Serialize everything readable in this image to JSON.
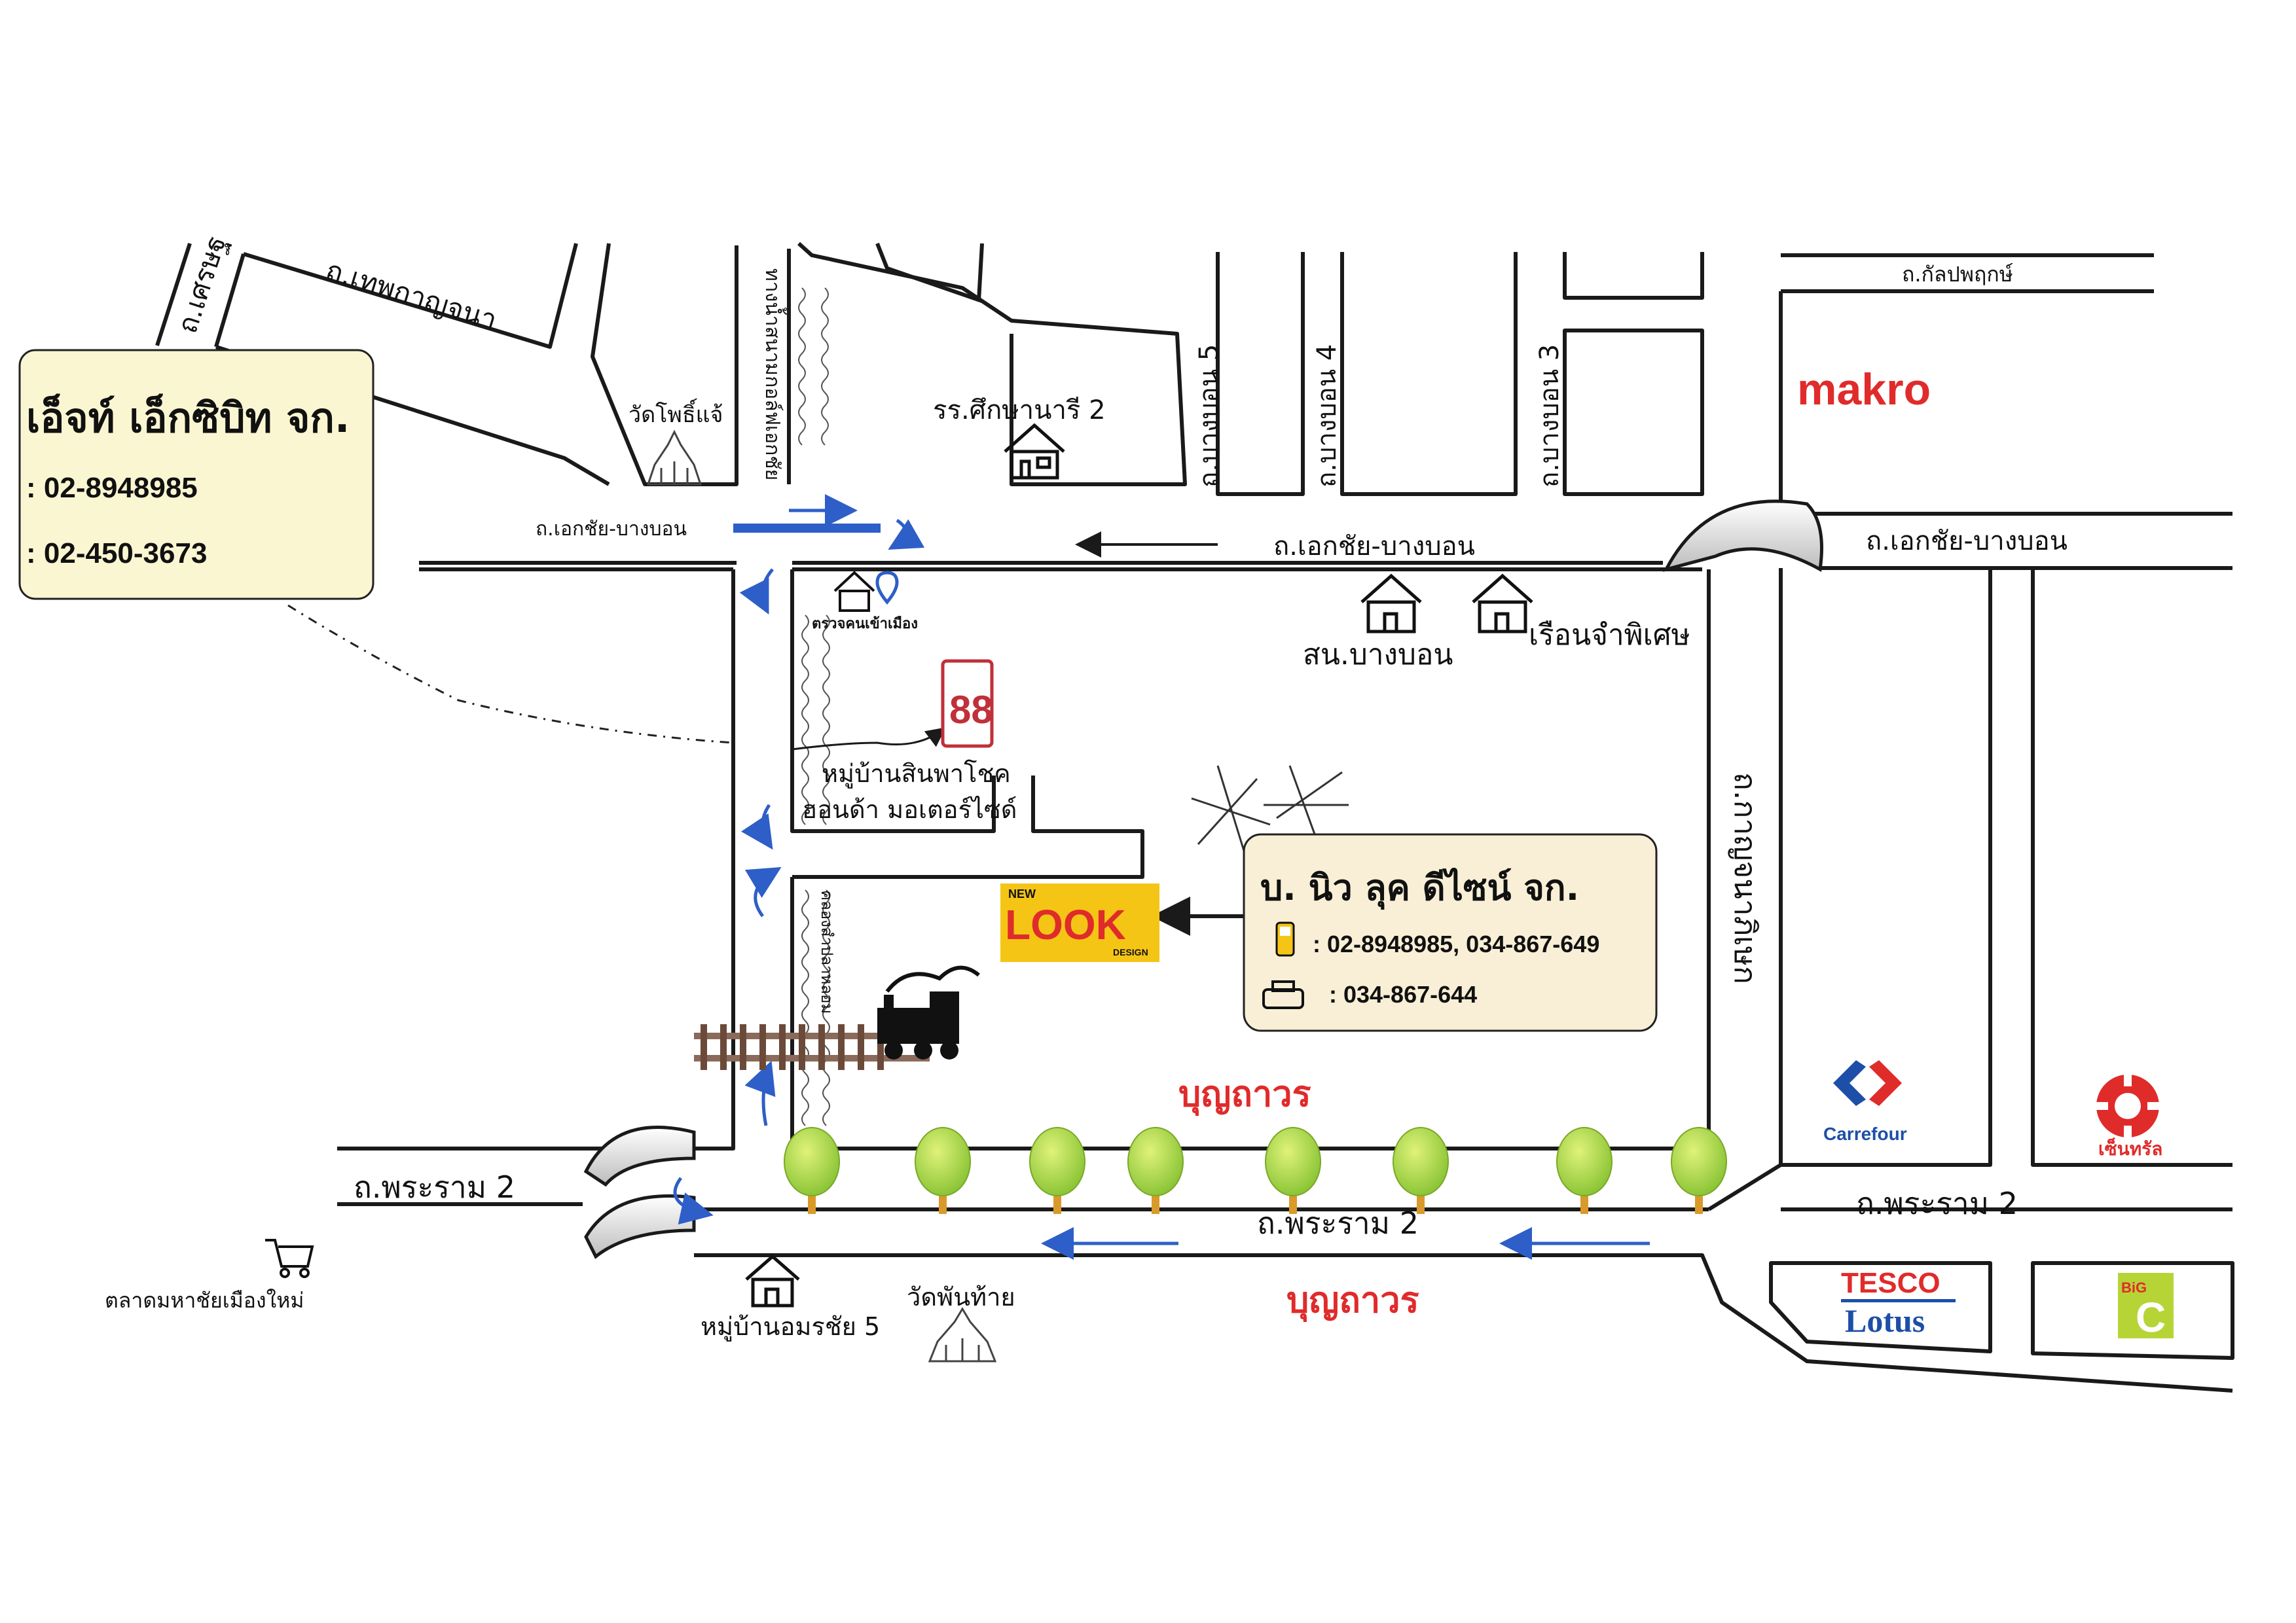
{
  "roads": {
    "sri": "ถ.เศรษฐ",
    "thep": "ถ.เทพกาญจนา",
    "ekkachai_left": "ถ.เอกชัย-บางบอน",
    "ekkachai_mid": "ถ.เอกชัย-บางบอน",
    "ekkachai_right": "ถ.เอกชัย-บางบอน",
    "bangbon5": "ถ.บางบอน 5",
    "bangbon4": "ถ.บางบอน 4",
    "bangbon3": "ถ.บางบอน 3",
    "kanlapaphruek": "ถ.กัลปพฤกษ์",
    "kanchanaphisek": "ถ.กาญจนาภิเษก",
    "rama2_left": "ถ.พระราม 2",
    "rama2_mid": "ถ.พระราม 2",
    "rama2_right": "ถ.พระราม 2",
    "canal_top": "ทางน้ำสนามกอล์ฟเอกชัย",
    "canal_bottom": "คลองสำปลาหลอม"
  },
  "places": {
    "wat_pho": "วัดโพธิ์แจ้",
    "school": "รร.ศึกษานารี 2",
    "immigration": "ตรวจคนเข้าเมือง",
    "police": "สน.บางบอน",
    "prison": "เรือนจำพิเศษ",
    "village_sinpha": "หมู่บ้านสินพาโชค",
    "honda": "ฮอนด้า มอเตอร์ไซด์",
    "bunthavorn_top": "บุญถาวร",
    "bunthavorn_bottom": "บุญถาวร",
    "market": "ตลาดมหาชัยเมืองใหม่",
    "village_amorn": "หมู่บ้านอมรชัย 5",
    "wat_phanthai": "วัดพันท้าย"
  },
  "stores": {
    "makro": "makro",
    "carrefour": "Carrefour",
    "central": "เซ็นทรัล",
    "tesco": "TESCO",
    "lotus": "Lotus",
    "bigc_big": "BiG",
    "bigc_c": "C"
  },
  "logo": {
    "new": "NEW",
    "look": "LOOK",
    "design": "DESIGN",
    "sign88": "88"
  },
  "box_left": {
    "title": "เอ็จท์ เอ็กซิบิท จก.",
    "tel": ": 02-8948985",
    "fax": ": 02-450-3673"
  },
  "box_right": {
    "title": "บ. นิว ลุค ดีไซน์ จก.",
    "tel": ": 02-8948985, 034-867-649",
    "fax": ": 034-867-644"
  },
  "colors": {
    "road": "#1a1a1a",
    "arrow_blue": "#2e5fc8",
    "brand_red": "#e02b2b",
    "box_fill": "#f8efd6",
    "box_left_fill": "#fbf6d2",
    "tree_green": "#9fcf3a",
    "logo_yellow": "#f5c516"
  }
}
